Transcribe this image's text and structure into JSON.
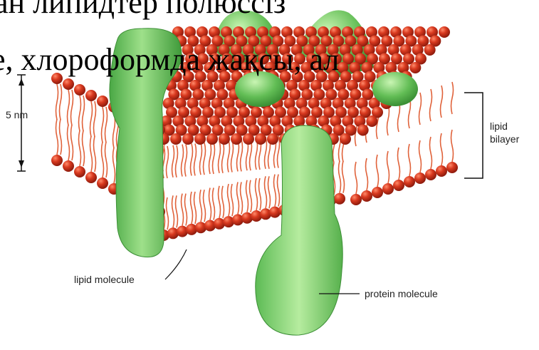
{
  "slide": {
    "line1": "ан липидтер полюссіз",
    "line2": "е, хлороформда жақсы, ал"
  },
  "diagram": {
    "scale_label": "5 nm",
    "bilayer_label_line1": "lipid",
    "bilayer_label_line2": "bilayer",
    "lipid_molecule_label": "lipid molecule",
    "protein_molecule_label": "protein molecule"
  },
  "colors": {
    "head": "#c8321e",
    "tail": "#e0623a",
    "protein": "#7cc86a",
    "protein_dark": "#3f9a3a"
  }
}
